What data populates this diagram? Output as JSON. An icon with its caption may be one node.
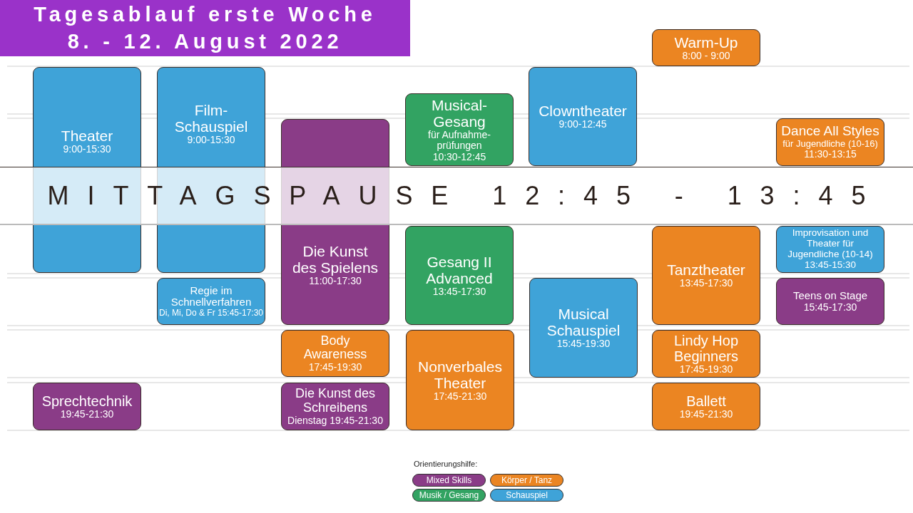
{
  "diagram": {
    "title": "Tagesablauf erste Woche 8. - 12. August 2022",
    "nodes": [
      {
        "text": [
          "Warm-Up",
          "8:00 - 9:00"
        ]
      },
      {
        "text": [
          "Theater",
          "9:00-15:30"
        ]
      },
      {
        "text": [
          "Film-Schauspiel",
          "9:00-15:30"
        ]
      },
      {
        "text": [
          "Die Kunst des Spielens",
          "11:00-17:30"
        ]
      },
      {
        "text": [
          "Musical-Gesang",
          "für Aufnahme-prüfungen",
          "10:30-12:45"
        ]
      },
      {
        "text": [
          "Clowntheater",
          "9:00-12:45"
        ]
      },
      {
        "text": [
          "Dance All Styles",
          "für Jugendliche (10-16)",
          "11:30-13:15"
        ]
      },
      {
        "text": [
          "MITTAGSPAUSE 12:45 - 13:45"
        ]
      },
      {
        "text": [
          "Gesang II Advanced",
          "13:45-17:30"
        ]
      },
      {
        "text": [
          "Tanztheater",
          "13:45-17:30"
        ]
      },
      {
        "text": [
          "Improvisation und Theater für Jugendliche (10-14)",
          "13:45-15:30"
        ]
      },
      {
        "text": [
          "Regie im Schnellverfahren",
          "Di, Mi, Do & Fr 15:45-17:30"
        ]
      },
      {
        "text": [
          "Musical Schauspiel",
          "15:45-19:30"
        ]
      },
      {
        "text": [
          "Teens on Stage",
          "15:45-17:30"
        ]
      },
      {
        "text": [
          "Body Awareness",
          "17:45-19:30"
        ]
      },
      {
        "text": [
          "Nonverbales Theater",
          "17:45-21:30"
        ]
      },
      {
        "text": [
          "Lindy Hop Beginners",
          "17:45-19:30"
        ]
      },
      {
        "text": [
          "Sprechtechnik",
          "19:45-21:30"
        ]
      },
      {
        "text": [
          "Die Kunst des Schreibens",
          "Dienstag 19:45-21:30"
        ]
      },
      {
        "text": [
          "Ballett",
          "19:45-21:30"
        ]
      }
    ],
    "labels": [
      "Orientierungshilfe:"
    ],
    "legend": [
      {
        "text": "Mixed Skills",
        "color": "#8a3c87"
      },
      {
        "text": "Körper / Tanz",
        "color": "#eb8522"
      },
      {
        "text": "Musik / Gesang",
        "color": "#32a362"
      },
      {
        "text": "Schauspiel",
        "color": "#3fa3d8"
      }
    ]
  }
}
